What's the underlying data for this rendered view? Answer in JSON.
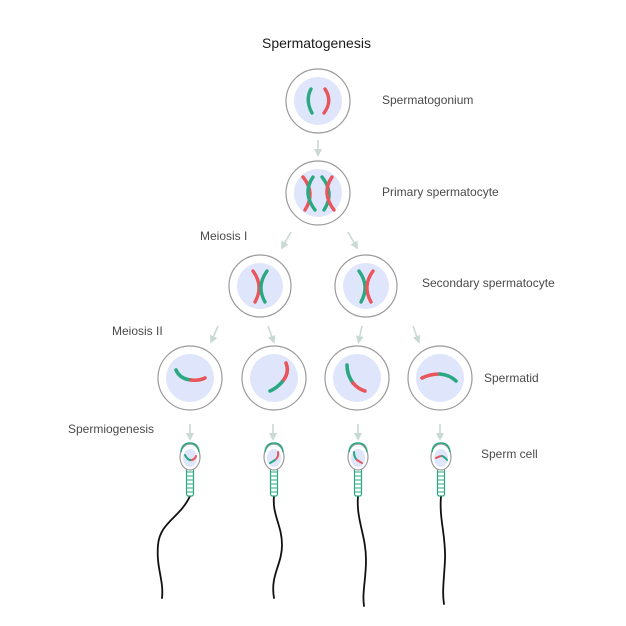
{
  "title": "Spermatogenesis",
  "stages": {
    "spermatogonium": "Spermatogonium",
    "primary_spermatocyte": "Primary spermatocyte",
    "secondary_spermatocyte": "Secondary spermatocyte",
    "spermatid": "Spermatid",
    "sperm_cell": "Sperm cell"
  },
  "processes": {
    "meiosis_1": "Meiosis I",
    "meiosis_2": "Meiosis II",
    "spermiogenesis": "Spermiogenesis"
  },
  "colors": {
    "chromosome_red": "#e8555b",
    "chromosome_green": "#2aa882",
    "nucleus": "#dfe6fb",
    "cell_outline": "#9a9a9a",
    "arrow": "#c9d9d3",
    "tail": "#111111"
  }
}
